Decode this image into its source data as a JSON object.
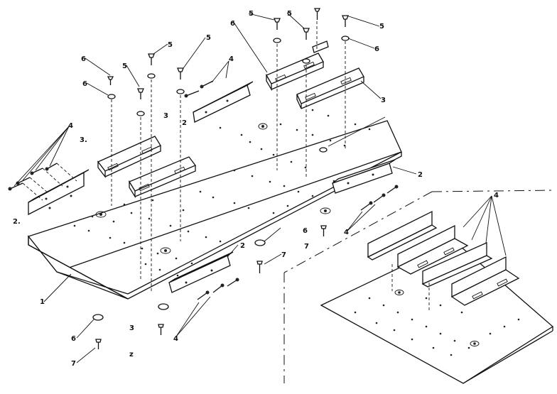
{
  "callouts": {
    "board": "1",
    "bracket_front_left": "2.",
    "bracket_center": "2",
    "bracket_front": "2",
    "bracket_right": "2",
    "spacer_left_top": "3.",
    "spacer_left_mid": "3",
    "spacer_right": "3",
    "screw_left": "4",
    "screw_center": "4",
    "screw_front": "4",
    "screw_right": "4",
    "bolt_a": "5",
    "bolt_b": "5",
    "bolt_c": "5",
    "bolt_d": "5",
    "bolt_e": "5",
    "bolt_f": "5",
    "washer_a": "6",
    "washer_b": "6",
    "washer_c": "6",
    "washer_d": "6",
    "washer_e": "6",
    "washer_f": "6",
    "screw7_a": "7",
    "screw7_b": "7",
    "screw7_c": "7",
    "mark_bottom": "z",
    "mark_bottom2": "3",
    "detail_group": "4"
  }
}
